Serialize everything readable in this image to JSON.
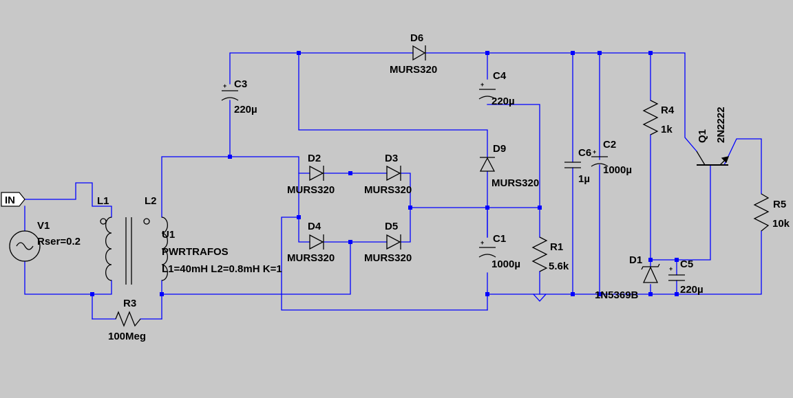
{
  "components": {
    "in_port": {
      "name": "IN"
    },
    "v1": {
      "ref": "V1",
      "value": "Rser=0.2"
    },
    "l1": {
      "ref": "L1"
    },
    "l2": {
      "ref": "L2"
    },
    "u1": {
      "ref": "U1",
      "model": "PWRTRAFOS",
      "params": "L1=40mH L2=0.8mH  K=1"
    },
    "r3": {
      "ref": "R3",
      "value": "100Meg"
    },
    "c3": {
      "ref": "C3",
      "value": "220µ"
    },
    "d2": {
      "ref": "D2",
      "value": "MURS320"
    },
    "d3": {
      "ref": "D3",
      "value": "MURS320"
    },
    "d4": {
      "ref": "D4",
      "value": "MURS320"
    },
    "d5": {
      "ref": "D5",
      "value": "MURS320"
    },
    "d6": {
      "ref": "D6",
      "value": "MURS320"
    },
    "d9": {
      "ref": "D9",
      "value": "MURS320"
    },
    "c4": {
      "ref": "C4",
      "value": "220µ"
    },
    "c1": {
      "ref": "C1",
      "value": "1000µ"
    },
    "r1": {
      "ref": "R1",
      "value": "5.6k"
    },
    "c6": {
      "ref": "C6",
      "value": "1µ"
    },
    "c2": {
      "ref": "C2",
      "value": "1000µ"
    },
    "r4": {
      "ref": "R4",
      "value": "1k"
    },
    "q1": {
      "ref": "Q1",
      "value": "2N2222"
    },
    "r5": {
      "ref": "R5",
      "value": "10k"
    },
    "d1": {
      "ref": "D1",
      "value": "1N5369B"
    },
    "c5": {
      "ref": "C5",
      "value": "220µ"
    }
  },
  "colors": {
    "wire": "#0000ff",
    "background": "#c8c8c8",
    "symbol": "#000000"
  }
}
